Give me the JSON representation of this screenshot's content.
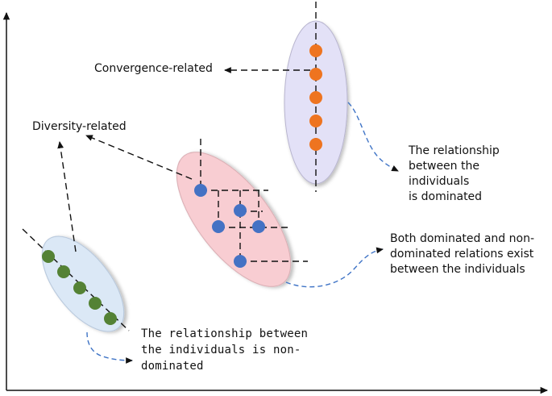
{
  "labels": {
    "convergence": "Convergence-related",
    "diversity": "Diversity-related",
    "dominated": "The relationship\n between the\nindividuals\n is dominated",
    "mixed": "Both dominated and non-\ndominated relations exist\nbetween the individuals",
    "nondominated": "The relationship between\nthe individuals is non-\ndominated"
  },
  "groups": {
    "convergence": {
      "fill": "#e3e1f7",
      "dot_color": "#ee7420",
      "dot_count": 5
    },
    "mixed": {
      "fill": "#f8cdd2",
      "dot_color": "#4472c4",
      "dot_count": 5
    },
    "diversity": {
      "fill": "#dbe8f6",
      "dot_color": "#548235",
      "dot_count": 5
    }
  },
  "arrow_color": "#3f74c6"
}
